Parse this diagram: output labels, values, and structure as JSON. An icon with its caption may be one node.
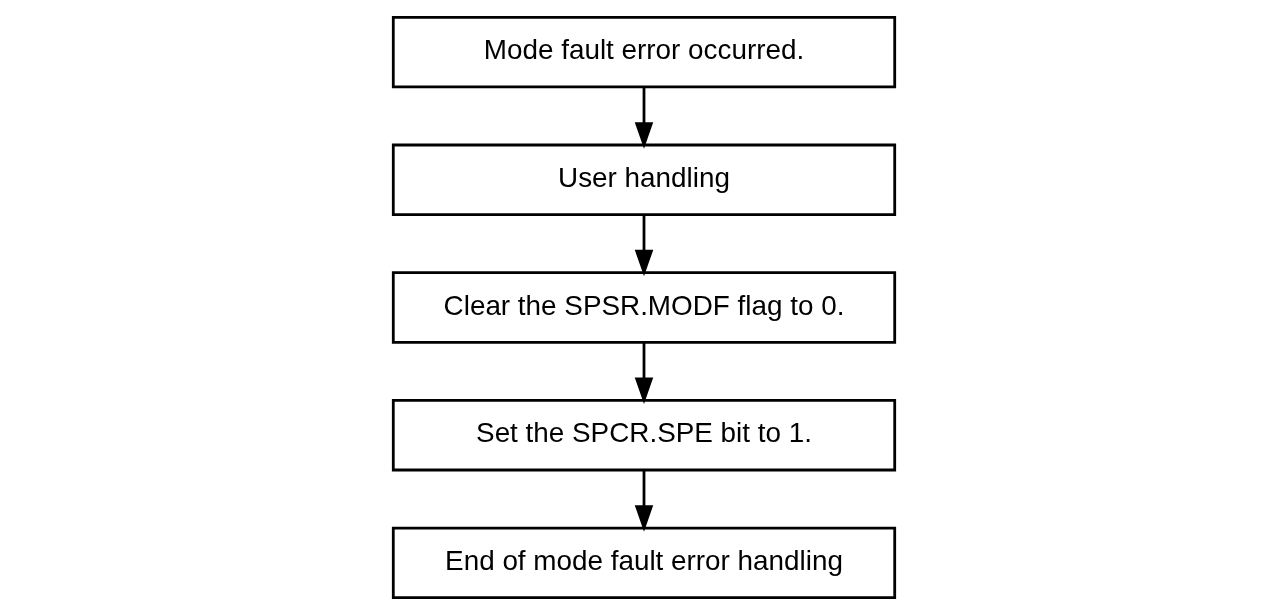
{
  "diagram": {
    "nodes": [
      {
        "text": [
          "Mode fault error occurred."
        ]
      },
      {
        "text": [
          "User handling"
        ]
      },
      {
        "text": [
          "Clear the SPSR.MODF flag to 0."
        ]
      },
      {
        "text": [
          "Set the SPCR.SPE bit to 1."
        ]
      },
      {
        "text": [
          "End of mode fault error handling"
        ]
      }
    ],
    "edges": [
      {
        "from": 0,
        "to": 1,
        "arrow": "to"
      },
      {
        "from": 1,
        "to": 2,
        "arrow": "to"
      },
      {
        "from": 2,
        "to": 3,
        "arrow": "to"
      },
      {
        "from": 3,
        "to": 4,
        "arrow": "to"
      }
    ]
  }
}
